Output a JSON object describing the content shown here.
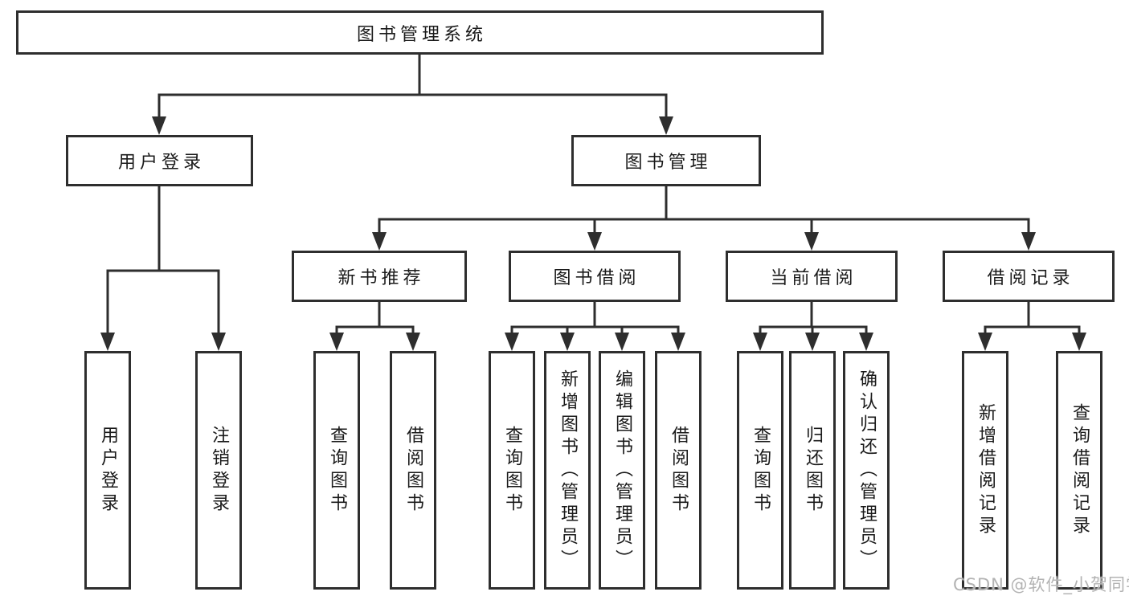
{
  "root": {
    "label": "图书管理系统",
    "children": [
      {
        "label": "用户登录",
        "children": [
          {
            "label": "用户登录"
          },
          {
            "label": "注销登录"
          }
        ]
      },
      {
        "label": "图书管理",
        "children": [
          {
            "label": "新书推荐",
            "children": [
              {
                "label": "查询图书"
              },
              {
                "label": "借阅图书"
              }
            ]
          },
          {
            "label": "图书借阅",
            "children": [
              {
                "label": "查询图书"
              },
              {
                "label": "新增图书（管理员）"
              },
              {
                "label": "编辑图书（管理员）"
              },
              {
                "label": "借阅图书"
              }
            ]
          },
          {
            "label": "当前借阅",
            "children": [
              {
                "label": "查询图书"
              },
              {
                "label": "归还图书"
              },
              {
                "label": "确认归还（管理员）"
              }
            ]
          },
          {
            "label": "借阅记录",
            "children": [
              {
                "label": "新增借阅记录"
              },
              {
                "label": "查询借阅记录"
              }
            ]
          }
        ]
      }
    ]
  },
  "watermark": {
    "text": "CSDN @软件_小贺同学"
  },
  "colors": {
    "line": "#2e2e2e",
    "text": "#1a1a1a",
    "background": "#ffffff",
    "watermark": "#b3b3b3"
  }
}
